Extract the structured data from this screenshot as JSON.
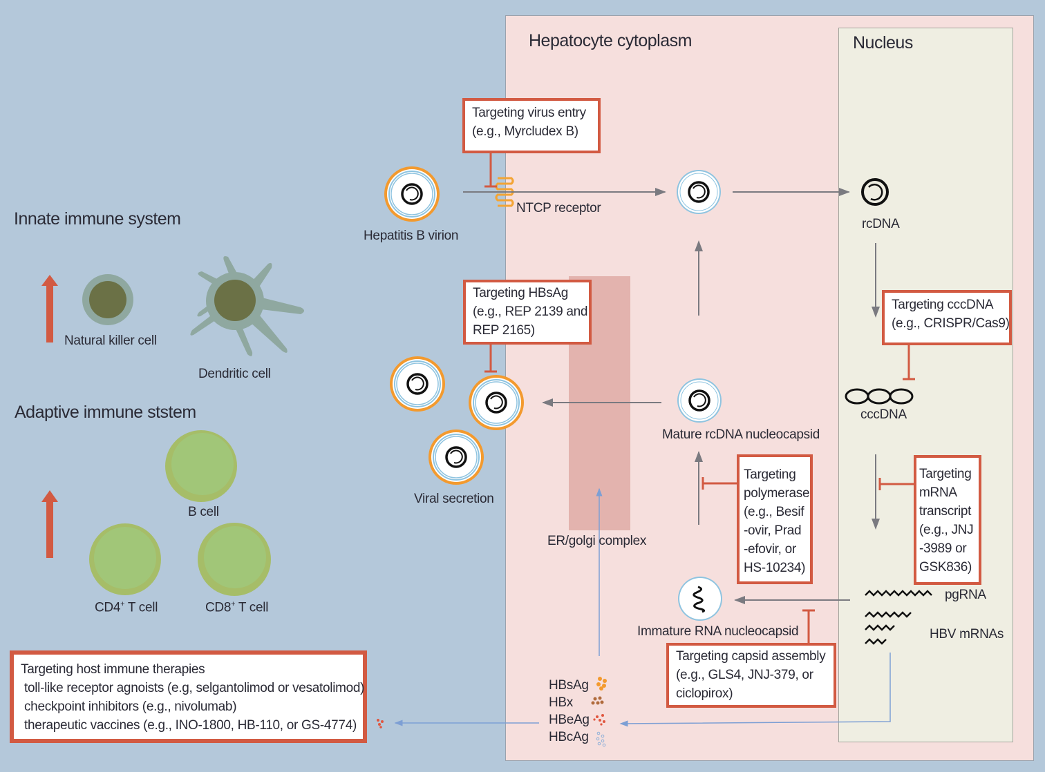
{
  "regions": {
    "cytoplasm_title": "Hepatocyte cytoplasm",
    "nucleus_title": "Nucleus",
    "golgi_label": "ER/golgi complex"
  },
  "immune": {
    "innate_title": "Innate immune system",
    "adaptive_title": "Adaptive immune ststem",
    "cells": {
      "nk": "Natural killer cell",
      "dendritic": "Dendritic cell",
      "b": "B cell",
      "cd4_prefix": "CD4",
      "cd8_prefix": "CD8",
      "sup": "+",
      "t_suffix": " T cell"
    }
  },
  "labels": {
    "virion": "Hepatitis B virion",
    "ntcp": "NTCP receptor",
    "rcdna": "rcDNA",
    "cccdna": "cccDNA",
    "mature": "Mature rcDNA nucleocapsid",
    "immature": "Immature RNA nucleocapsid",
    "secretion": "Viral secretion",
    "pgrna": "pgRNA",
    "mrnas": "HBV mRNAs"
  },
  "antigens": [
    "HBsAg",
    "HBx",
    "HBeAg",
    "HBcAg"
  ],
  "boxes": {
    "entry": [
      "Targeting virus entry",
      "(e.g., Myrcludex B)"
    ],
    "hbsag": [
      "Targeting HBsAg",
      "(e.g., REP 2139 and",
      "REP 2165)"
    ],
    "cccdna": [
      "Targeting cccDNA",
      "(e.g., CRISPR/Cas9)"
    ],
    "polymerase": [
      "Targeting",
      "polymerase",
      "(e.g., Besif",
      "-ovir, Prad",
      "-efovir, or",
      "HS-10234)"
    ],
    "mrna": [
      "Targeting",
      "mRNA",
      "transcript",
      "(e.g., JNJ",
      "-3989 or",
      " GSK836)"
    ],
    "capsid": [
      "Targeting capsid assembly",
      "(e.g., GLS4, JNJ-379, or",
      "ciclopirox)"
    ],
    "host": [
      "Targeting host immune therapies",
      " toll-like receptor agnoists (e.g, selgantolimod or vesatolimod)",
      " checkpoint inhibitors (e.g., nivolumab)",
      " therapeutic vaccines (e.g., INO-1800, HB-110, or GS-4774)"
    ]
  },
  "colors": {
    "background": "#b4c8da",
    "cytoplasm": "#f6dfdd",
    "nucleus": "#efeee2",
    "golgi": "#e3b3ae",
    "inhibitor": "#d25a42",
    "virion_envelope": "#f39a2e",
    "capsid": "#8fc4e0",
    "lymphocyte": "#a6c46a",
    "innate_cell": "#8fa8a0",
    "arrow": "#7a7a80",
    "antigen_arrow": "#7d9fd4"
  }
}
